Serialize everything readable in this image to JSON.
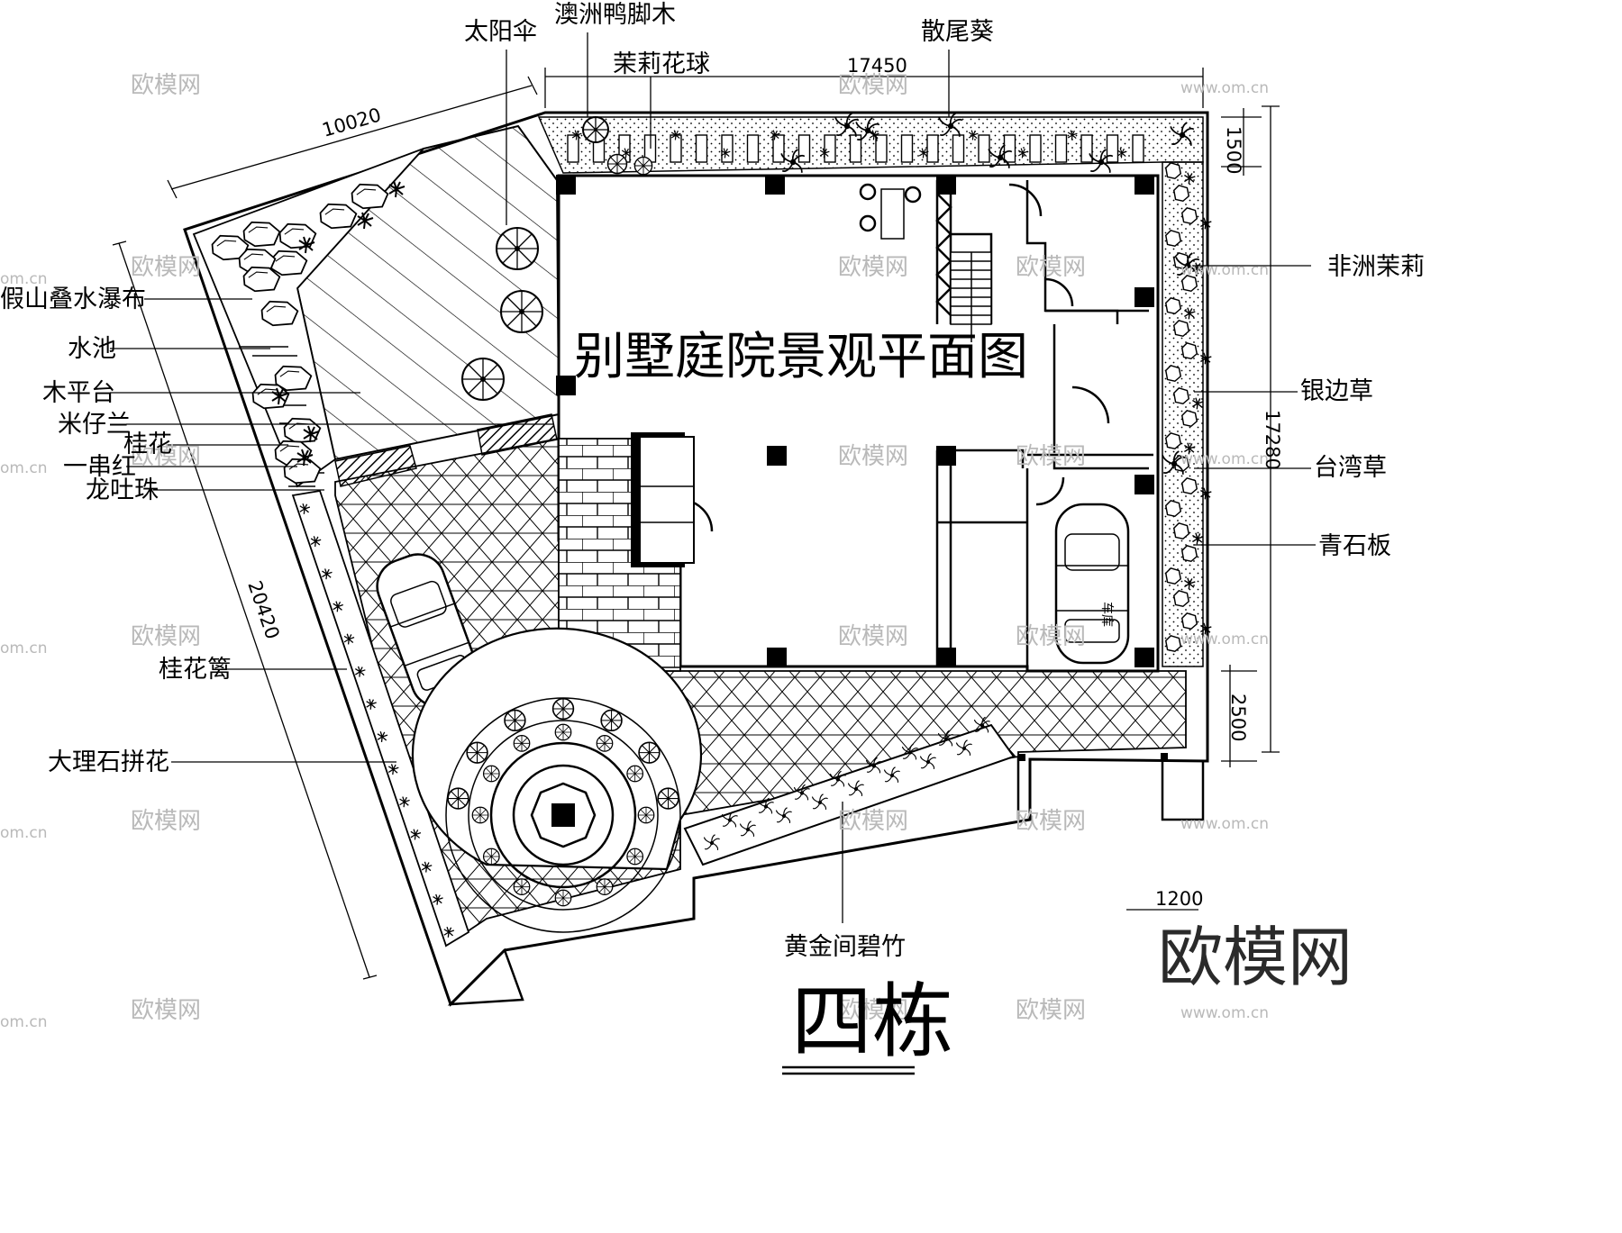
{
  "title": "别墅庭院景观平面图",
  "building_label": "四栋",
  "watermark": {
    "text": "欧模网",
    "url": "www.om.cn",
    "url_short": "om.cn",
    "brand": "欧模网"
  },
  "dimensions": {
    "top_width": "17450",
    "diag_top": "10020",
    "left_side": "20420",
    "right_top": "1500",
    "right_side": "17280",
    "right_bottom": "2500",
    "bottom_right": "1200"
  },
  "garage_label": "车库",
  "labels": {
    "top": {
      "sun_umbrella": "太阳伞",
      "schefflera": "澳洲鸭脚木",
      "jasmine_ball": "茉莉花球",
      "fishtail_palm": "散尾葵"
    },
    "left": {
      "rockery_waterfall": "假山叠水瀑布",
      "pond": "水池",
      "wood_deck": "木平台",
      "aglaia": "米仔兰",
      "osmanthus": "桂花",
      "salvia": "一串红",
      "clerodendrum": "龙吐珠",
      "osmanthus_hedge": "桂花篱",
      "marble_mosaic": "大理石拼花"
    },
    "right": {
      "african_jasmine": "非洲茉莉",
      "liriope": "银边草",
      "taiwan_grass": "台湾草",
      "bluestone": "青石板"
    },
    "bottom": {
      "bamboo": "黄金间碧竹"
    }
  }
}
